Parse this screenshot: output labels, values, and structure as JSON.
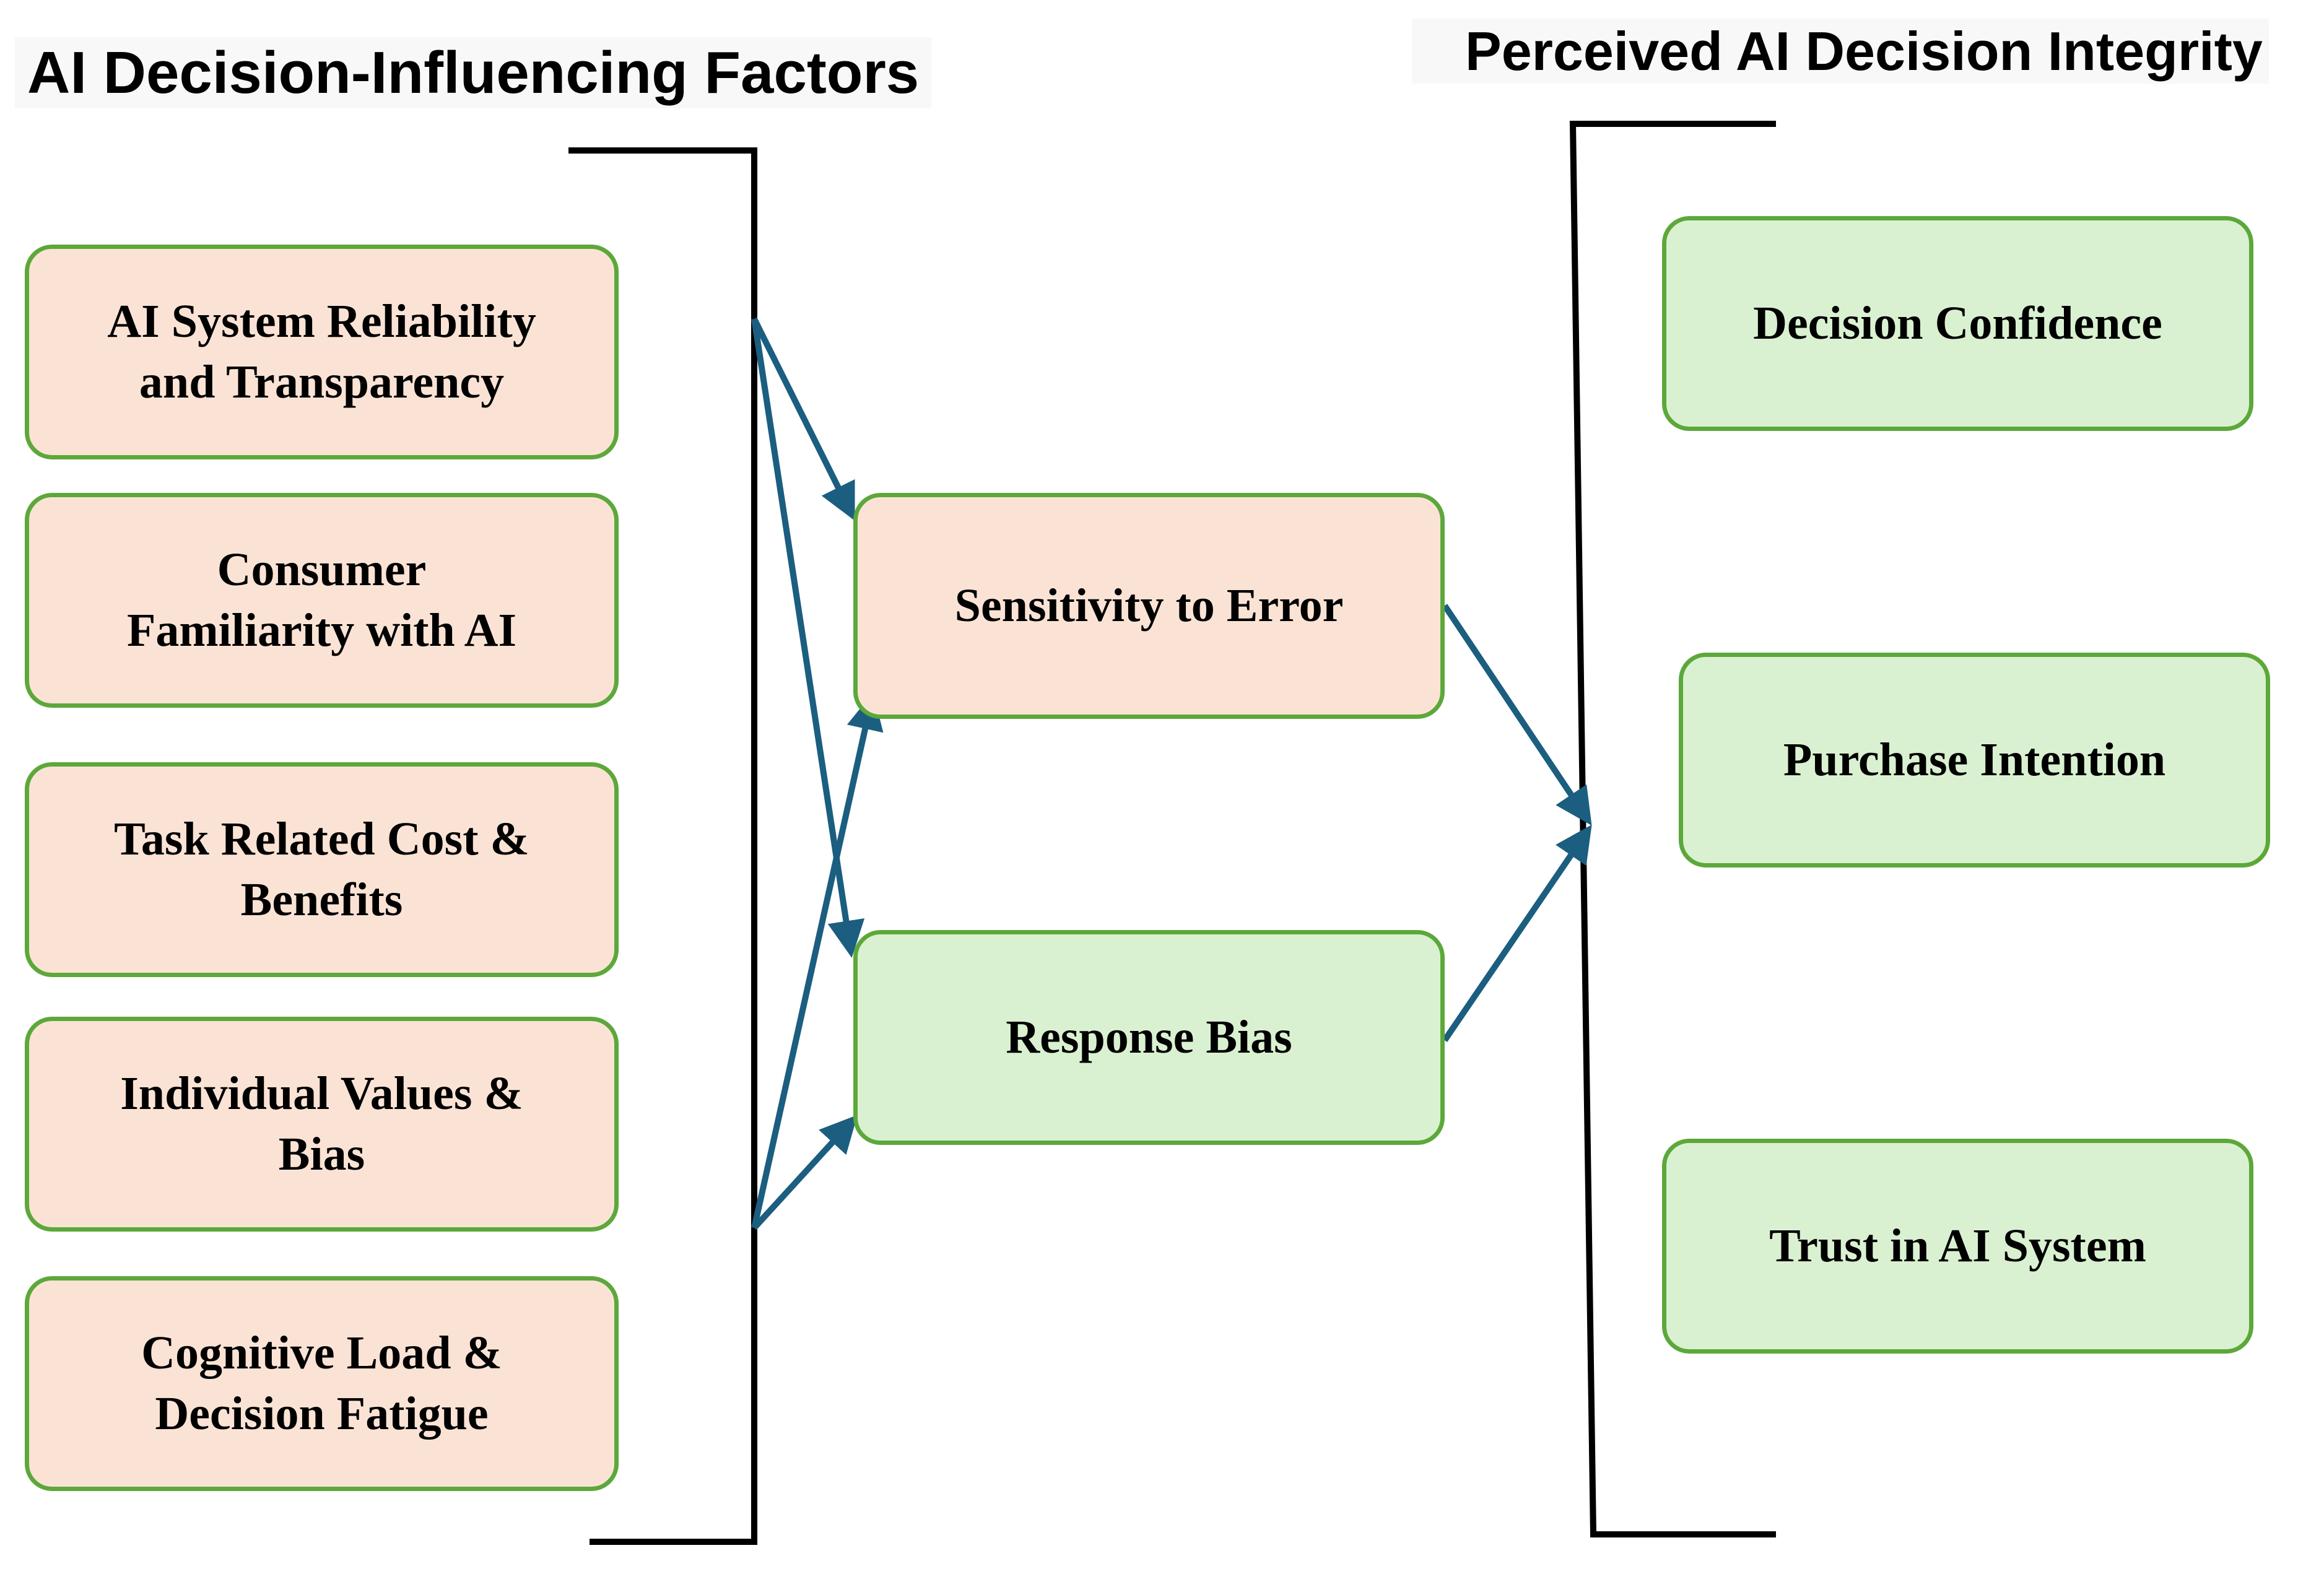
{
  "titles": {
    "factors": "AI Decision-Influencing Factors",
    "integrity": "Perceived AI Decision Integrity"
  },
  "factors": [
    {
      "line1": "AI System Reliability",
      "line2": "and Transparency"
    },
    {
      "line1": "Consumer",
      "line2": "Familiarity with AI"
    },
    {
      "line1": "Task Related Cost &",
      "line2": "Benefits"
    },
    {
      "line1": "Individual Values &",
      "line2": "Bias"
    },
    {
      "line1": "Cognitive Load &",
      "line2": "Decision Fatigue"
    }
  ],
  "mediators": {
    "sensitivity": "Sensitivity to Error",
    "response_bias": "Response Bias"
  },
  "outcomes": {
    "confidence": "Decision Confidence",
    "purchase": "Purchase Intention",
    "trust": "Trust in AI System"
  },
  "colors": {
    "factor_fill": "#fae3d5",
    "outcome_fill": "#daf1d1",
    "node_border": "#5ca83a",
    "arrow": "#1b5e80",
    "bracket": "#000000"
  }
}
